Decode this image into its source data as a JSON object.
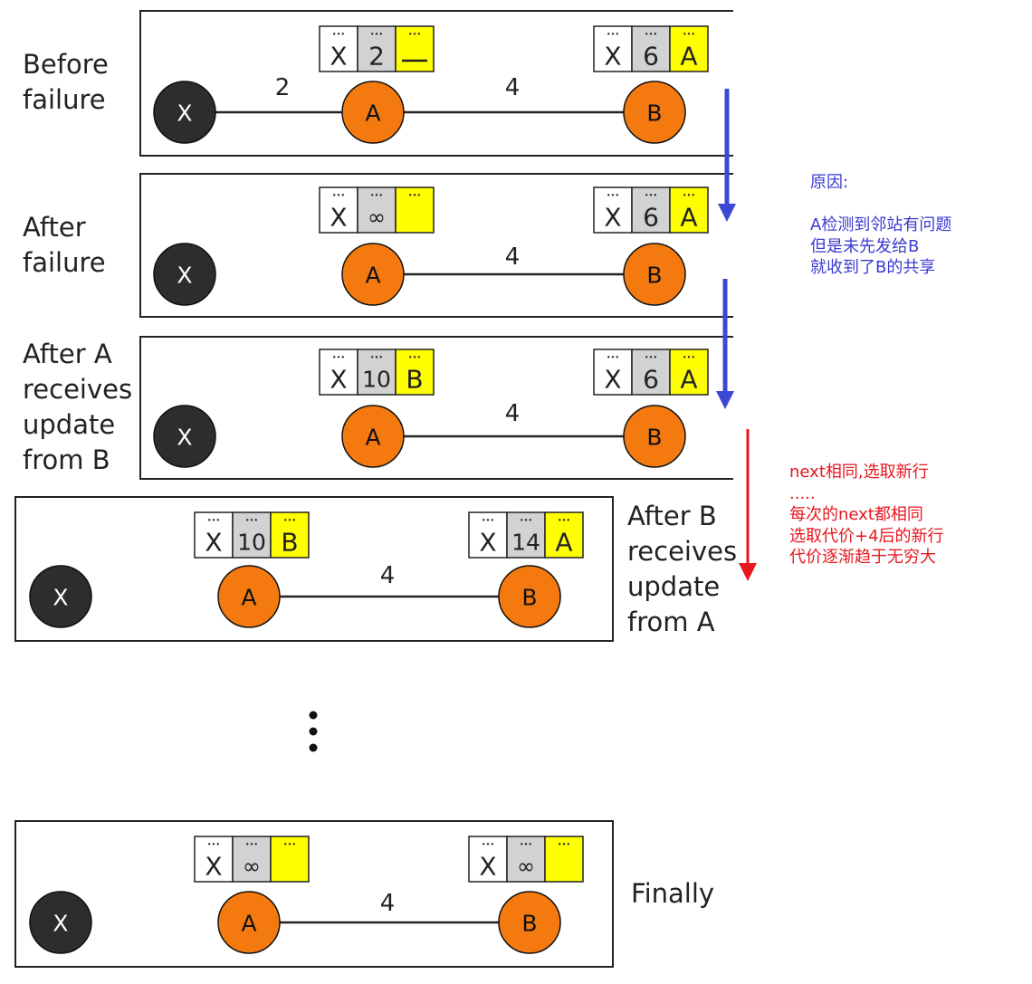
{
  "colors": {
    "node_dark": "#2d2d2d",
    "node_orange": "#f47a10",
    "cell_white": "#ffffff",
    "cell_gray": "#d2d2d2",
    "cell_yellow": "#ffff00",
    "arrow_blue": "#3b48d3",
    "arrow_red": "#e8161e"
  },
  "stages": [
    {
      "label": "Before\nfailure",
      "links": [
        {
          "from": "X",
          "to": "A",
          "cost": "2"
        },
        {
          "from": "A",
          "to": "B",
          "cost": "4"
        }
      ],
      "tables": {
        "A": [
          "X",
          "2",
          "—"
        ],
        "B": [
          "X",
          "6",
          "A"
        ]
      }
    },
    {
      "label": "After\nfailure",
      "links": [
        {
          "from": "A",
          "to": "B",
          "cost": "4"
        }
      ],
      "tables": {
        "A": [
          "X",
          "∞",
          ""
        ],
        "B": [
          "X",
          "6",
          "A"
        ]
      }
    },
    {
      "label": "After A\nreceives\nupdate\nfrom B",
      "links": [
        {
          "from": "A",
          "to": "B",
          "cost": "4"
        }
      ],
      "tables": {
        "A": [
          "X",
          "10",
          "B"
        ],
        "B": [
          "X",
          "6",
          "A"
        ]
      }
    },
    {
      "label": "After B\nreceives\nupdate\nfrom A",
      "links": [
        {
          "from": "A",
          "to": "B",
          "cost": "4"
        }
      ],
      "tables": {
        "A": [
          "X",
          "10",
          "B"
        ],
        "B": [
          "X",
          "14",
          "A"
        ]
      }
    },
    {
      "label": "Finally",
      "links": [
        {
          "from": "A",
          "to": "B",
          "cost": "4"
        }
      ],
      "tables": {
        "A": [
          "X",
          "∞",
          ""
        ],
        "B": [
          "X",
          "∞",
          ""
        ]
      }
    }
  ],
  "node_names": {
    "X": "X",
    "A": "A",
    "B": "B"
  },
  "cell_dots": "•••",
  "annotations": {
    "blue_note": "原因:\n\nA检测到邻站有问题\n但是未先发给B\n就收到了B的共享",
    "red_note": "next相同,选取新行\n.....\n每次的next都相同\n选取代价+4后的新行\n代价逐渐趋于无穷大"
  }
}
